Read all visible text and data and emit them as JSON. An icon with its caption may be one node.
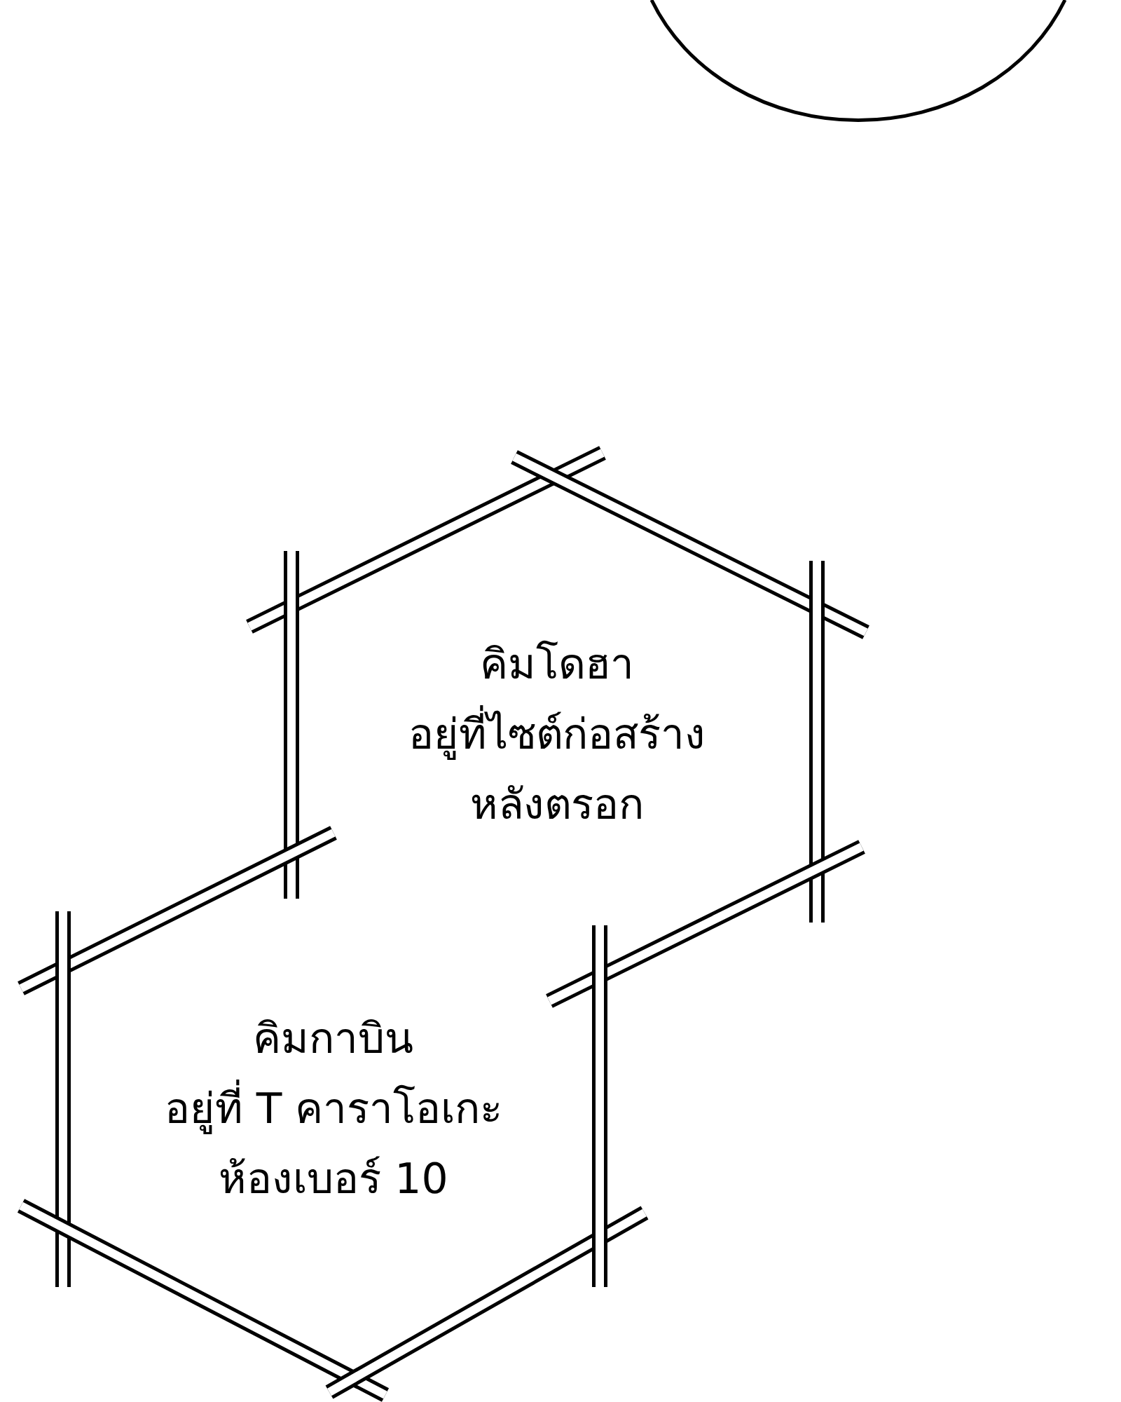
{
  "diagram": {
    "nodes": [
      {
        "text": [],
        "shape": "ellipse"
      },
      {
        "text": [
          "คิมโดฮา",
          "อยู่ที่ไซต์ก่อสร้าง",
          "หลังตรอก"
        ]
      },
      {
        "text": [
          "คิมกาบิน",
          "อยู่ที่ T คาราโอเกะ",
          "ห้องเบอร์ 10"
        ]
      }
    ]
  }
}
